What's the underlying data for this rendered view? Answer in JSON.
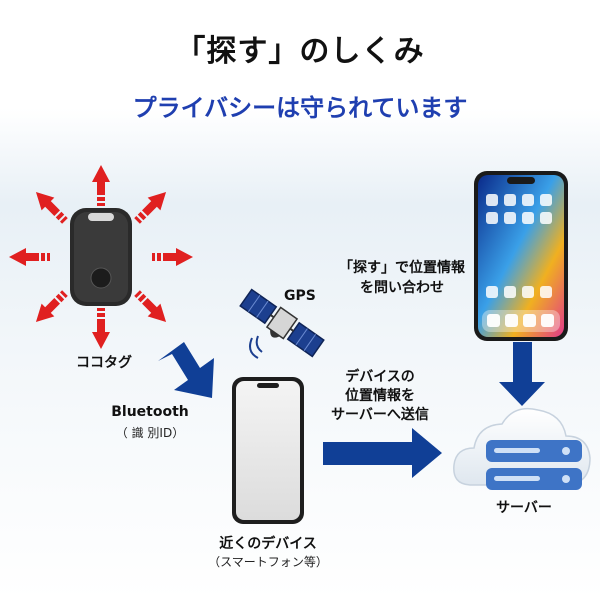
{
  "title": "「探す」のしくみ",
  "subtitle": "プライバシーは守られています",
  "tag": {
    "label": "ココタグ"
  },
  "gps": {
    "label": "GPS"
  },
  "bluetooth": {
    "label": "Bluetooth",
    "sublabel": "（ 識 別ID）"
  },
  "nearby_device": {
    "label": "近くのデバイス",
    "sublabel": "（スマートフォン等）"
  },
  "send_location": {
    "lines": [
      "デバイスの",
      "位置情報を",
      "サーバーへ送信"
    ]
  },
  "query": {
    "lines": [
      "「探す」で位置情報",
      "を問い合わせ"
    ]
  },
  "server": {
    "label": "サーバー"
  },
  "colors": {
    "title_blue": "#1f3fb0",
    "arrow_red": "#e02020",
    "arrow_blue": "#103f96",
    "server_blue": "#3e74c6"
  }
}
